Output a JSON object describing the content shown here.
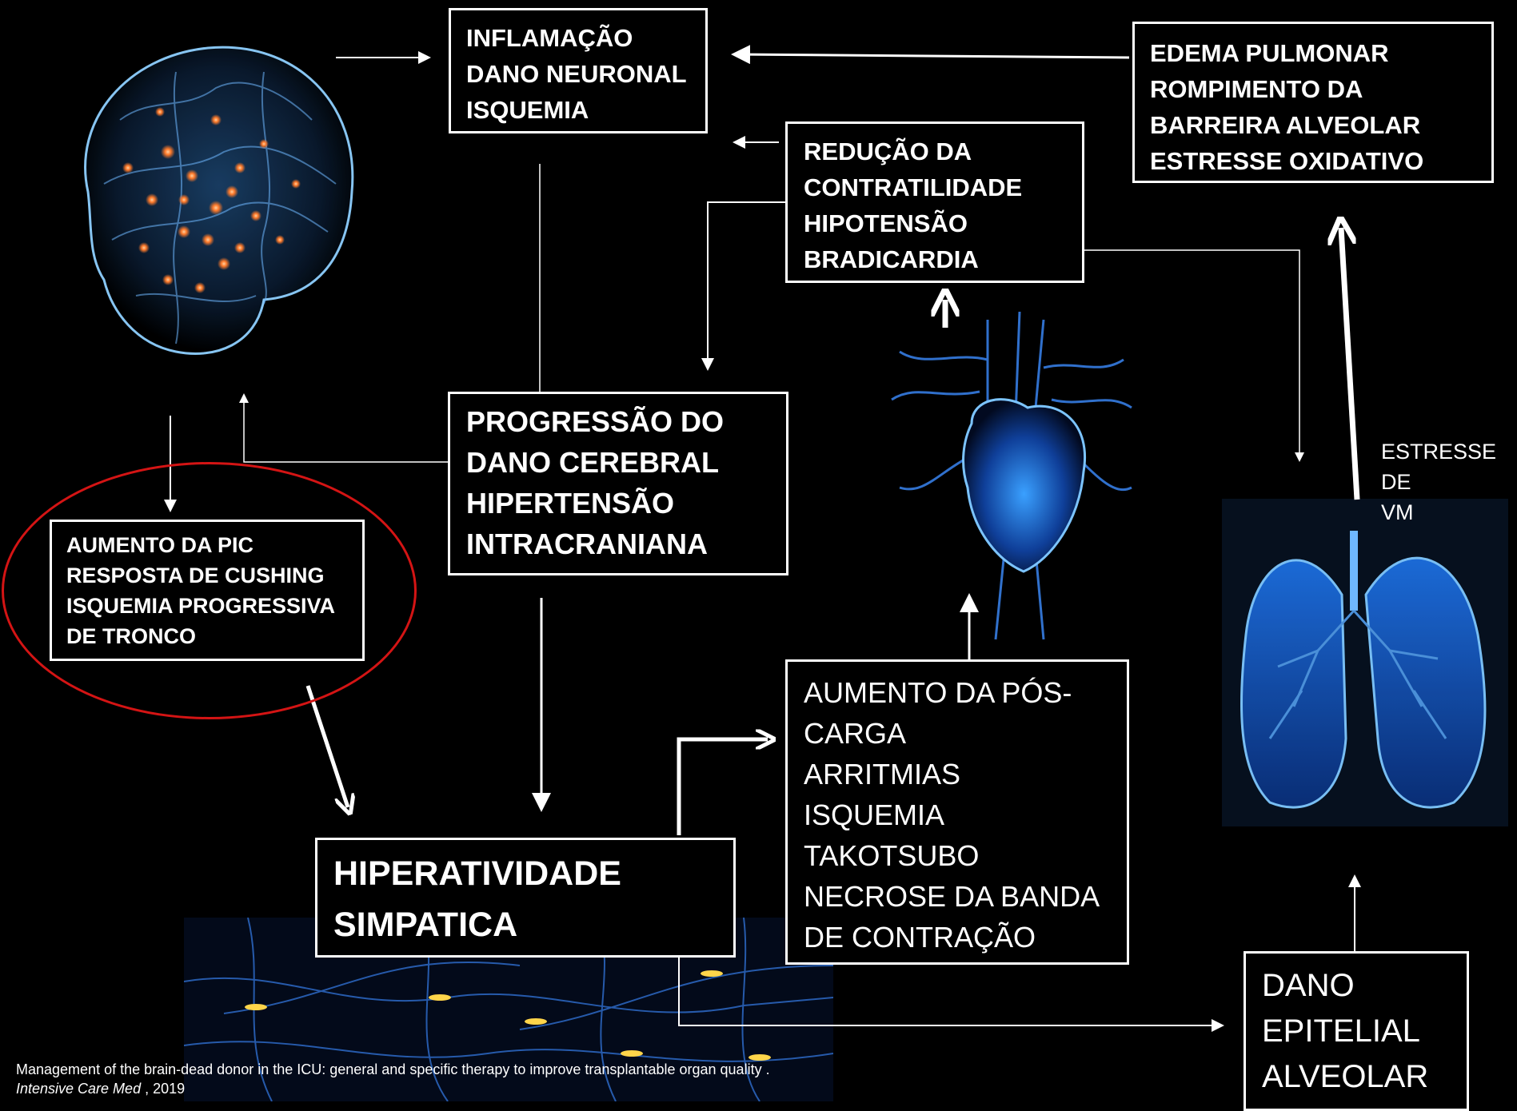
{
  "boxes": {
    "inflamacao": [
      "INFLAMAÇÃO",
      "DANO NEURONAL",
      "ISQUEMIA"
    ],
    "edema": [
      "EDEMA PULMONAR",
      "ROMPIMENTO DA",
      "BARREIRA ALVEOLAR",
      "ESTRESSE OXIDATIVO"
    ],
    "reducao": [
      "REDUÇÃO DA",
      "CONTRATILIDADE",
      "HIPOTENSÃO",
      "BRADICARDIA"
    ],
    "progressao": [
      "PROGRESSÃO DO",
      "DANO CEREBRAL",
      "HIPERTENSÃO",
      "INTRACRANIANA"
    ],
    "aumento_pic": [
      "AUMENTO DA PIC",
      "RESPOSTA DE CUSHING",
      "ISQUEMIA PROGRESSIVA",
      "DE TRONCO"
    ],
    "hiperatividade": [
      "HIPERATIVIDADE",
      "SIMPATICA"
    ],
    "aumento_pos": [
      "AUMENTO DA PÓS-",
      "CARGA",
      "ARRITMIAS",
      "ISQUEMIA",
      "TAKOTSUBO",
      "NECROSE DA BANDA",
      "DE CONTRAÇÃO"
    ],
    "dano_epitelial": [
      "DANO",
      "EPITELIAL",
      "ALVEOLAR"
    ]
  },
  "labels": {
    "estresse_vm": [
      "ESTRESSE DE",
      "VM"
    ]
  },
  "caption": {
    "line1": "Management of the brain-dead donor in the  ICU: general and specific therapy to improve transplantable organ quality .",
    "journal": "Intensive Care Med",
    "year_suffix": " , 2019"
  },
  "colors": {
    "highlight_ellipse": "#d41414",
    "organ_glow": "#1e7bff",
    "brain_spots": "#ff7a2a"
  }
}
